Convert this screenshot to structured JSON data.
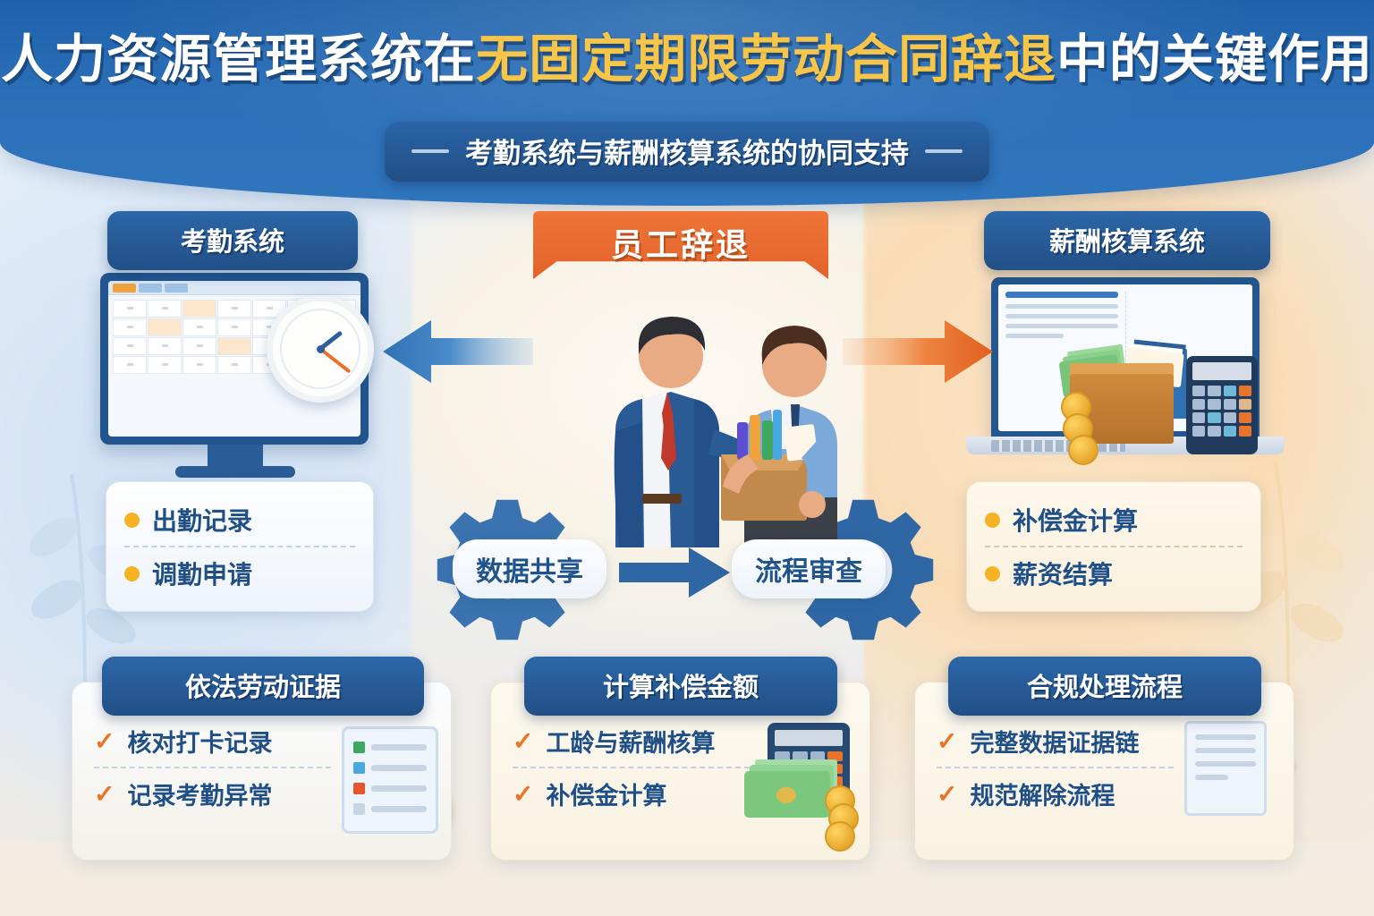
{
  "header": {
    "title_part1": "人力资源管理系统在",
    "title_highlight": "无固定期限劳动合同辞退",
    "title_part2": "中的关键作用",
    "subtitle": "考勤系统与薪酬核算系统的协同支持"
  },
  "center": {
    "ribbon_label": "员工辞退",
    "flow_left": "数据共享",
    "flow_right": "流程审查",
    "arrow_left_name": "left-blue-arrow",
    "arrow_right_name": "right-orange-arrow"
  },
  "left_panel": {
    "title": "考勤系统",
    "bullets": [
      "出勤记录",
      "调勤申请"
    ]
  },
  "right_panel": {
    "title": "薪酬核算系统",
    "bullets": [
      "补偿金计算",
      "薪资结算"
    ]
  },
  "bottom_cards": [
    {
      "title": "依法劳动证据",
      "bullets": [
        "核对打卡记录",
        "记录考勤异常"
      ]
    },
    {
      "title": "计算补偿金额",
      "bullets": [
        "工龄与薪酬核算",
        "补偿金计算"
      ]
    },
    {
      "title": "合规处理流程",
      "bullets": [
        "完整数据证据链",
        "规范解除流程"
      ]
    }
  ],
  "colors": {
    "brand_blue": "#22548c",
    "header_blue": "#2b6fb8",
    "accent_orange": "#e8732a",
    "highlight_yellow": "#f7c548",
    "bullet_gold": "#f5b324",
    "cream": "#f9f2e2"
  },
  "misc": {
    "check_glyph": "✓",
    "sub_dash": "—"
  }
}
